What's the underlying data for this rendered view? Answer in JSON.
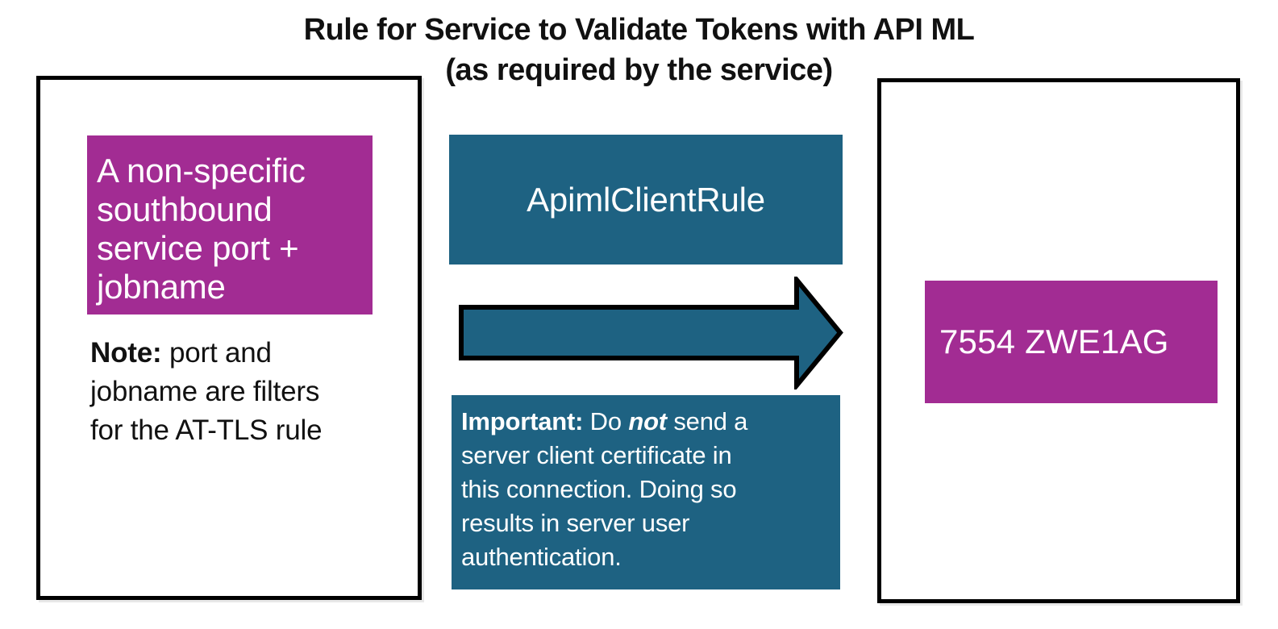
{
  "title": {
    "line1": "Rule for Service to Validate Tokens with API ML",
    "line2": "(as required by the service)"
  },
  "colors": {
    "magenta": "#A22C93",
    "teal": "#1E6282",
    "border": "#000000",
    "text_dark": "#111111",
    "text_light": "#FFFFFF"
  },
  "left_panel": {
    "box_lines": [
      "A non-specific",
      "southbound",
      "service port +",
      "jobname"
    ],
    "note": {
      "label": "Note:",
      "line1_rest": " port and",
      "line2": "jobname are filters",
      "line3": "for the AT-TLS rule"
    }
  },
  "middle": {
    "rule_name": "ApimlClientRule",
    "arrow_icon": "right-arrow",
    "important": {
      "label": "Important:",
      "line1_mid": " Do ",
      "emphasis": "not",
      "line1_end": " send a",
      "line2": "server client certificate in",
      "line3": "this connection. Doing so",
      "line4": "results in server user",
      "line5": "authentication."
    }
  },
  "right_panel": {
    "port_jobname": "7554 ZWE1AG"
  }
}
